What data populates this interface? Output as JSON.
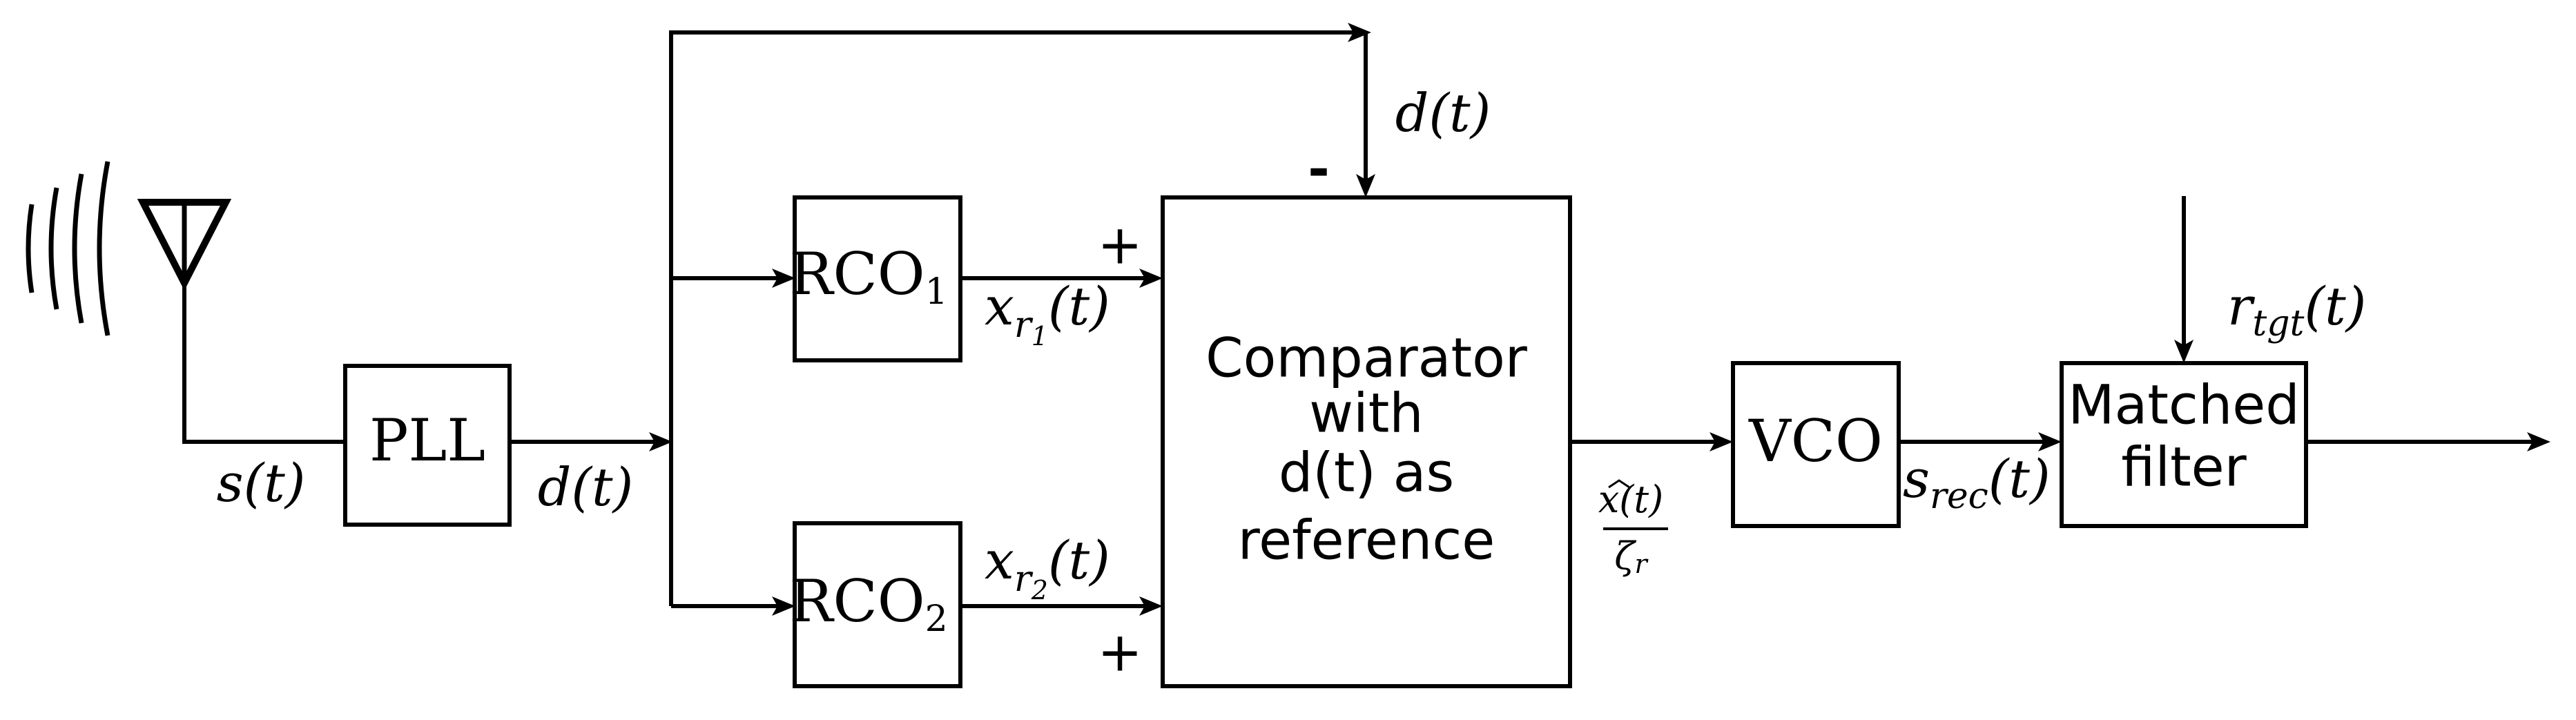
{
  "blocks": {
    "pll": "PLL",
    "rco1": "RCO",
    "rco1_sub": "1",
    "rco2": "RCO",
    "rco2_sub": "2",
    "comparator_lines": [
      "Comparator",
      "with",
      "d(t) as",
      "reference"
    ],
    "vco": "VCO",
    "matched_filter_lines": [
      "Matched",
      "filter"
    ]
  },
  "signals": {
    "s": "s(t)",
    "d_out": "d(t)",
    "d_top": "d(t)",
    "xr1_base": "x",
    "xr1_r": "r",
    "xr1_idx": "1",
    "xr1_arg": "(t)",
    "xr2_base": "x",
    "xr2_r": "r",
    "xr2_idx": "2",
    "xr2_arg": "(t)",
    "ratio_num": "x(t)",
    "ratio_den": "ζ",
    "ratio_den_sub": "r",
    "srec_base": "s",
    "srec_sub": "rec",
    "srec_arg": "(t)",
    "rtgt_base": "r",
    "rtgt_sub": "tgt",
    "rtgt_arg": "(t)"
  },
  "signs": {
    "minus": "-",
    "plus_top": "+",
    "plus_bottom": "+"
  },
  "icons": {
    "antenna": "antenna-icon"
  }
}
